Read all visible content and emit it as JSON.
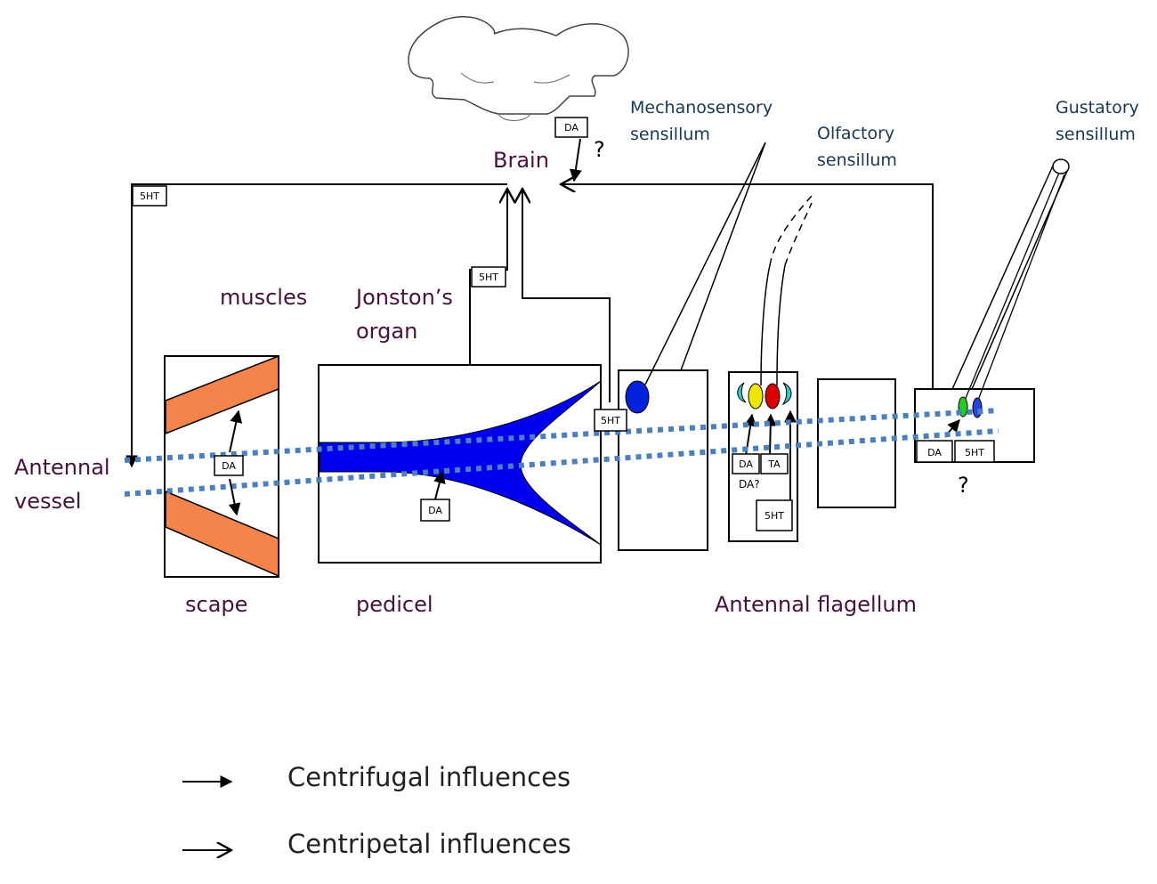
{
  "labels": {
    "brain": "Brain",
    "brain_question": "?",
    "mechanosensory": [
      "Mechanosensory",
      "sensillum"
    ],
    "olfactory": [
      "Olfactory",
      "sensillum"
    ],
    "gustatory": [
      "Gustatory",
      "sensillum"
    ],
    "muscles": "muscles",
    "johnstons_organ": [
      "Jonston’s",
      "organ"
    ],
    "antennal_vessel": [
      "Antennal",
      "vessel"
    ],
    "scape": "scape",
    "pedicel": "pedicel",
    "antennal_flagellum": "Antennal flagellum",
    "olfactory_da_question": "DA?",
    "gustatory_question": "?"
  },
  "tags": {
    "brain_da": "DA",
    "vessel_5ht": "5HT",
    "johnstons_5ht": "5HT",
    "scape_da": "DA",
    "pedicel_da": "DA",
    "mechano_5ht": "5HT",
    "olf_da": "DA",
    "olf_ta": "TA",
    "olf_5ht": "5HT",
    "gust_da": "DA",
    "gust_5ht": "5HT"
  },
  "legend": {
    "centrifugal": "Centrifugal influences",
    "centripetal": "Centripetal influences"
  },
  "colors": {
    "muscle": "#f4844a",
    "johnstons_organ": "#0000ee",
    "vessel_dots": "#4a7fc1",
    "mechano_neuron": "#0022dd",
    "olf_cyan": "#33cccc",
    "olf_yellow": "#f2e600",
    "olf_red": "#dd0000",
    "gust_green": "#22cc22",
    "gust_blue": "#2244dd",
    "text_purple": "#4a1040",
    "text_teal": "#17385a",
    "line": "#000000"
  }
}
